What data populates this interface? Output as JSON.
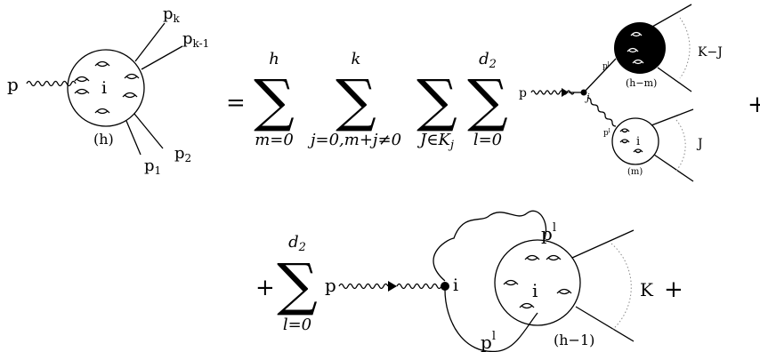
{
  "lhs": {
    "p": "p",
    "i": "i",
    "h": "(h)",
    "pk": "p",
    "pk_sub": "k",
    "pk1": "p",
    "pk1_sub": "k-1",
    "p2": "p",
    "p2_sub": "2",
    "p1": "p",
    "p1_sub": "1"
  },
  "eq": "=",
  "sums": [
    {
      "sym": "∑",
      "upper": "h",
      "lower": "m=0"
    },
    {
      "sym": "∑",
      "upper": "k",
      "lower": "j=0,m+j≠0"
    },
    {
      "sym": "∑",
      "upper": "",
      "lower": "J∈K_j"
    },
    {
      "sym": "∑",
      "upper": "d_2",
      "lower": "l=0"
    }
  ],
  "term1": {
    "p": "p",
    "j": "j",
    "pl_top": "p",
    "pl_top_sup": "l",
    "pl_bot": "p",
    "pl_bot_sup": "l",
    "black_blob": "(h−m)",
    "kj": "K−J",
    "i": "i",
    "m": "(m)",
    "J": "J",
    "plus": "+"
  },
  "term2": {
    "plus_left": "+",
    "sum": {
      "sym": "∑",
      "upper": "d_2",
      "lower": "l=0"
    },
    "p": "p",
    "i_vertex": "i",
    "pl_top": "p",
    "pl_top_sup": "l",
    "pl_bot": "p",
    "pl_bot_sup": "l",
    "i": "i",
    "h1": "(h−1)",
    "K": "K",
    "plus_right": "+"
  }
}
